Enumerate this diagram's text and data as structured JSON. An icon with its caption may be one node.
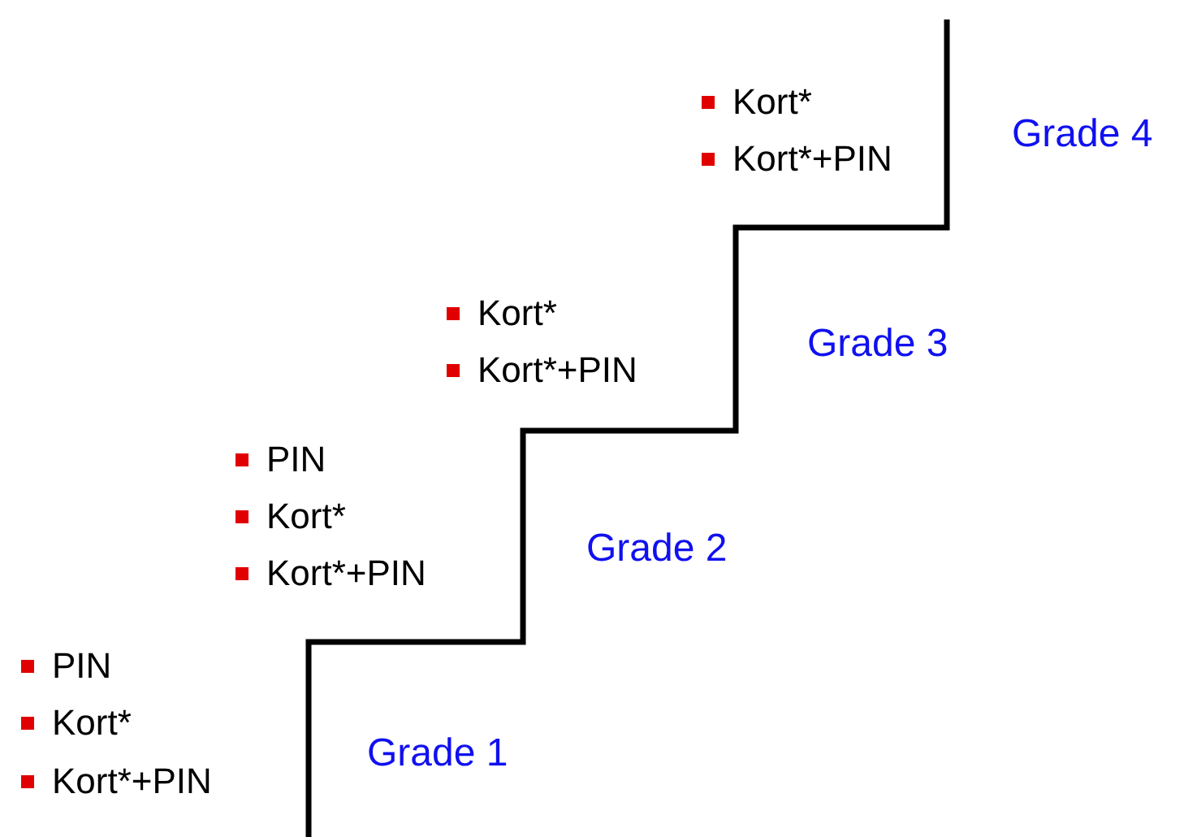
{
  "diagram": {
    "labels": [
      "Kort*",
      "Kort*+PIN",
      "Grade 4",
      "Kort*",
      "Kort*+PIN",
      "Grade 3",
      "PIN",
      "Kort*",
      "Kort*+PIN",
      "Grade 2",
      "PIN",
      "Kort*",
      "Kort*+PIN",
      "Grade 1"
    ]
  }
}
